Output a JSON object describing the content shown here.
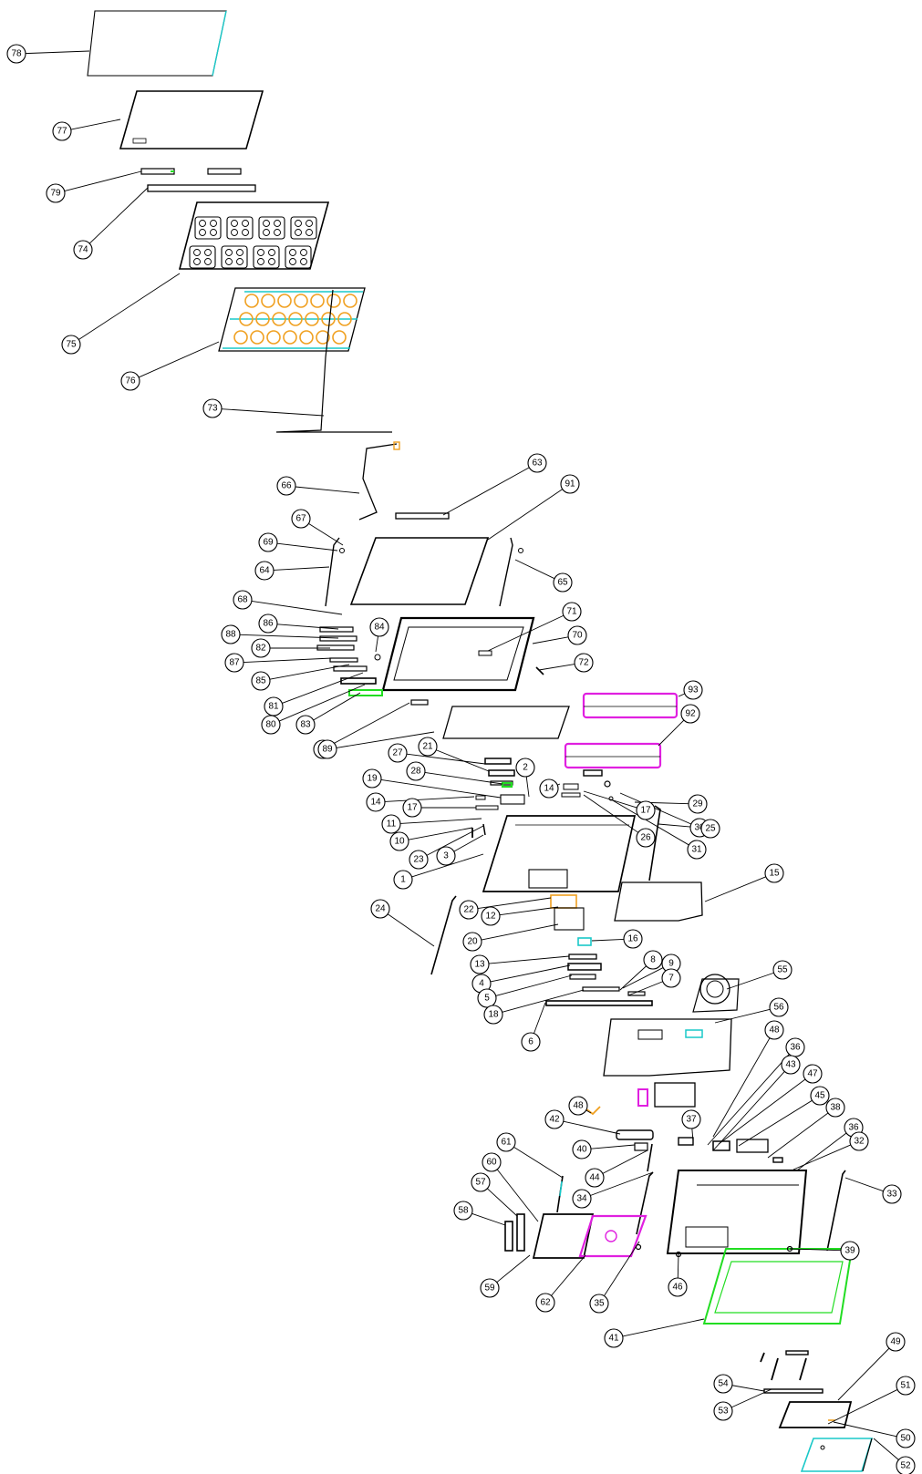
{
  "diagram": {
    "type": "exploded-view",
    "colors": {
      "line": "#000000",
      "cyan": "#19c8c8",
      "orange": "#f0a020",
      "magenta": "#e020e0",
      "green": "#22dd22"
    },
    "callouts": [
      "78",
      "77",
      "79",
      "74",
      "75",
      "76",
      "73",
      "66",
      "63",
      "91",
      "67",
      "69",
      "64",
      "65",
      "68",
      "86",
      "88",
      "82",
      "87",
      "85",
      "81",
      "84",
      "80",
      "83",
      "90",
      "71",
      "70",
      "72",
      "93",
      "92",
      "89",
      "27",
      "21",
      "28",
      "19",
      "14",
      "17",
      "11",
      "10",
      "23",
      "3",
      "1",
      "2",
      "14",
      "17",
      "26",
      "29",
      "30",
      "31",
      "25",
      "15",
      "24",
      "22",
      "12",
      "20",
      "16",
      "13",
      "4",
      "5",
      "18",
      "8",
      "9",
      "7",
      "6",
      "55",
      "56",
      "48",
      "36",
      "43",
      "47",
      "45",
      "38",
      "36",
      "32",
      "48",
      "42",
      "37",
      "40",
      "44",
      "34",
      "33",
      "61",
      "60",
      "57",
      "58",
      "59",
      "62",
      "35",
      "39",
      "46",
      "41",
      "49",
      "54",
      "51",
      "53",
      "50",
      "52"
    ]
  }
}
